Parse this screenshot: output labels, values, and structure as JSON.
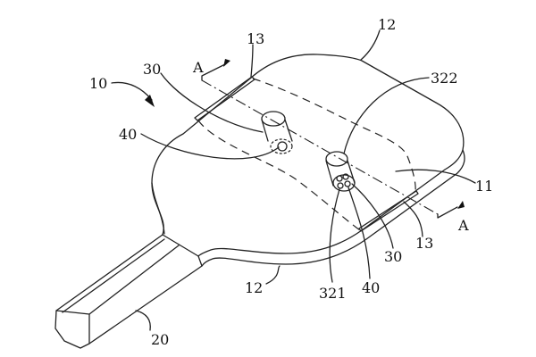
{
  "figure": {
    "labels": {
      "paddle": "10",
      "face": "11",
      "edge_top": "12",
      "edge_bottom": "12",
      "slot_top": "13",
      "slot_right": "13",
      "handle": "20",
      "column_left": "30",
      "column_right": "30",
      "hole_left": "40",
      "hole_right": "40",
      "part_321": "321",
      "part_322": "322",
      "section_top": "A",
      "section_right": "A"
    }
  }
}
